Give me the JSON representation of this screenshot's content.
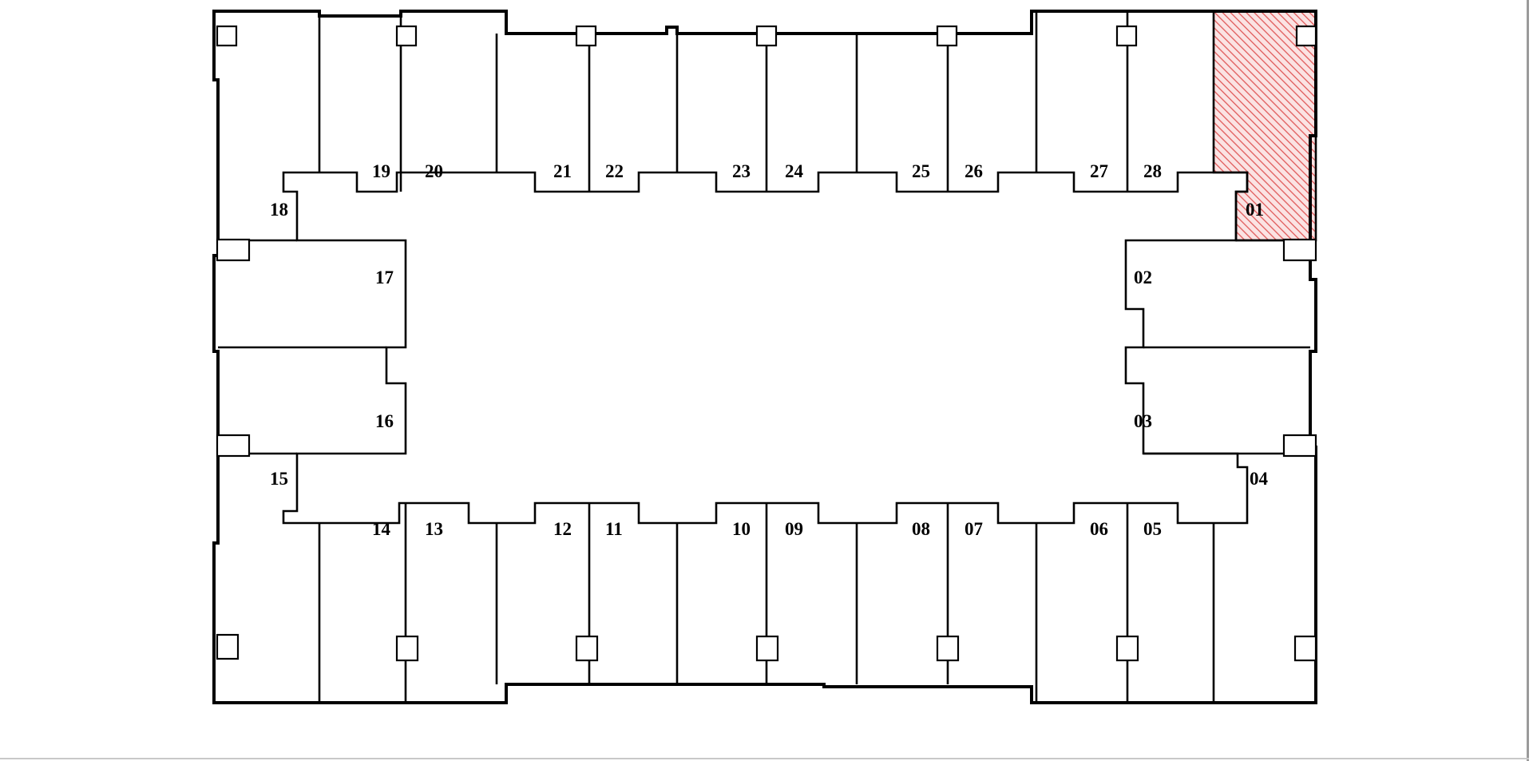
{
  "floor_plan": {
    "highlight_unit": "01",
    "highlight_color": "#e05a5a",
    "units": [
      {
        "id": "01",
        "label": "01"
      },
      {
        "id": "02",
        "label": "02"
      },
      {
        "id": "03",
        "label": "03"
      },
      {
        "id": "04",
        "label": "04"
      },
      {
        "id": "05",
        "label": "05"
      },
      {
        "id": "06",
        "label": "06"
      },
      {
        "id": "07",
        "label": "07"
      },
      {
        "id": "08",
        "label": "08"
      },
      {
        "id": "09",
        "label": "09"
      },
      {
        "id": "10",
        "label": "10"
      },
      {
        "id": "11",
        "label": "11"
      },
      {
        "id": "12",
        "label": "12"
      },
      {
        "id": "13",
        "label": "13"
      },
      {
        "id": "14",
        "label": "14"
      },
      {
        "id": "15",
        "label": "15"
      },
      {
        "id": "16",
        "label": "16"
      },
      {
        "id": "17",
        "label": "17"
      },
      {
        "id": "18",
        "label": "18"
      },
      {
        "id": "19",
        "label": "19"
      },
      {
        "id": "20",
        "label": "20"
      },
      {
        "id": "21",
        "label": "21"
      },
      {
        "id": "22",
        "label": "22"
      },
      {
        "id": "23",
        "label": "23"
      },
      {
        "id": "24",
        "label": "24"
      },
      {
        "id": "25",
        "label": "25"
      },
      {
        "id": "26",
        "label": "26"
      },
      {
        "id": "27",
        "label": "27"
      },
      {
        "id": "28",
        "label": "28"
      }
    ]
  }
}
